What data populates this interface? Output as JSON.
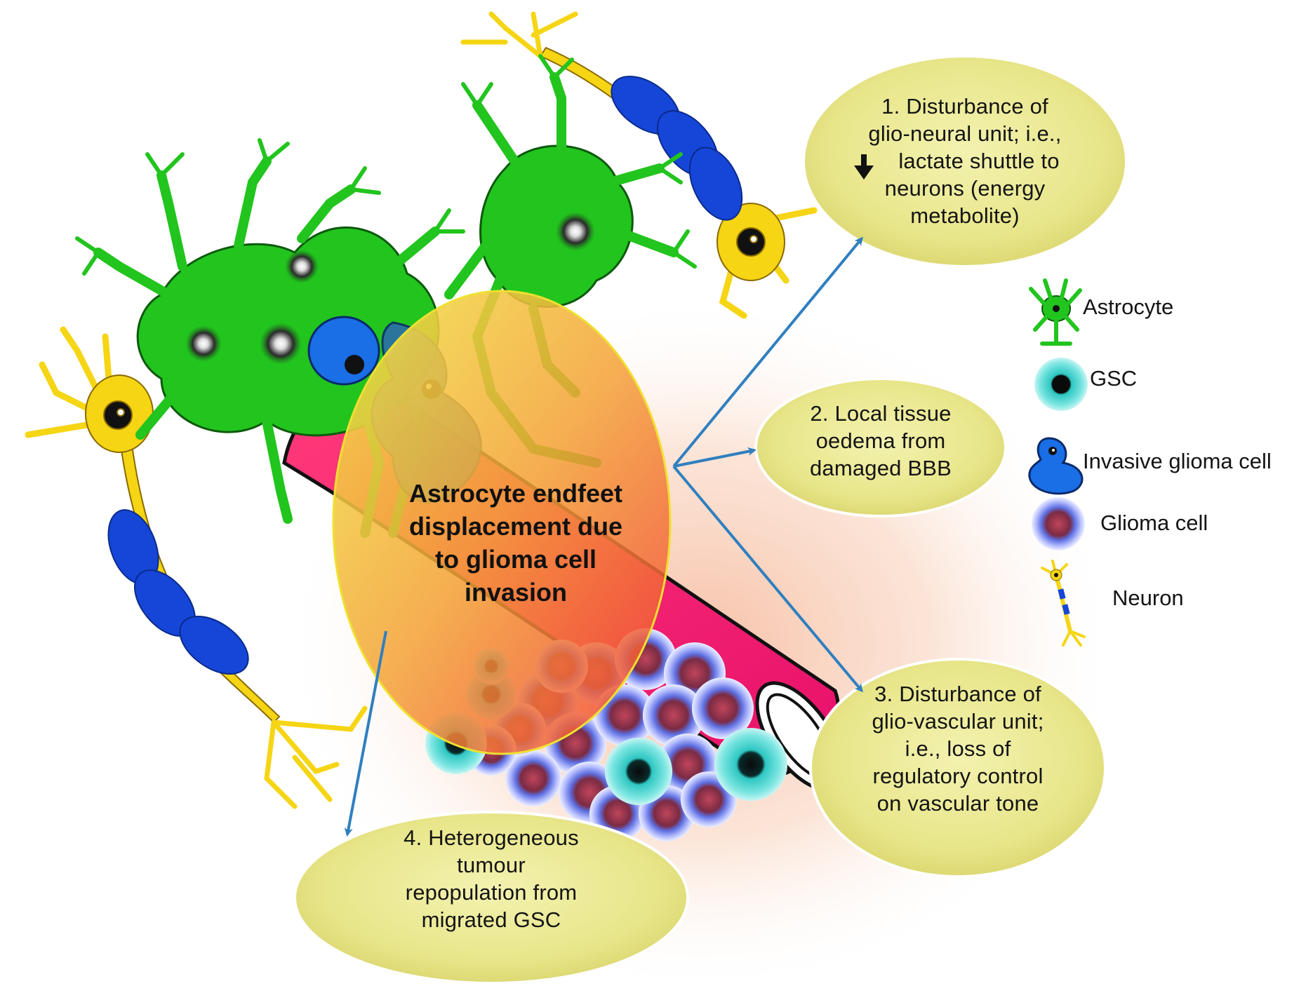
{
  "center": {
    "lines": [
      "Astrocyte endfeet",
      "displacement due",
      "to glioma cell",
      "invasion"
    ]
  },
  "consequences": [
    {
      "id": "c1",
      "lines": [
        "1. Disturbance of",
        "glio-neural unit; i.e.,",
        "lactate shuttle to",
        "neurons (energy",
        "metabolite)"
      ],
      "arrow_glyph": "down-arrow"
    },
    {
      "id": "c2",
      "lines": [
        "2. Local tissue",
        "oedema from",
        "damaged BBB"
      ]
    },
    {
      "id": "c3",
      "lines": [
        "3. Disturbance of",
        "glio-vascular unit;",
        "i.e., loss of",
        "regulatory control",
        "on vascular tone"
      ]
    },
    {
      "id": "c4",
      "lines": [
        "4. Heterogeneous",
        "tumour",
        "repopulation from",
        "migrated GSC"
      ]
    }
  ],
  "legend": [
    {
      "label": "Astrocyte",
      "icon": "astrocyte-icon"
    },
    {
      "label": "GSC",
      "icon": "gsc-icon"
    },
    {
      "label": "Invasive glioma cell",
      "icon": "invasive-glioma-cell-icon"
    },
    {
      "label": "Glioma cell",
      "icon": "glioma-cell-icon"
    },
    {
      "label": "Neuron",
      "icon": "neuron-icon"
    }
  ],
  "colors": {
    "astrocyte": "#22c41e",
    "astrocyte_outline": "#0c5a0c",
    "neuron": "#f5d514",
    "myelin": "#1546d8",
    "vessel": "#f0237a",
    "gsc": "#3fd3cf",
    "glioma_core": "#a13a4a",
    "glioma_ring": "#7f88f0",
    "ellipse_fill": "#eceb93",
    "ellipse_edge": "#c9c34e",
    "arrow": "#2f7fbf",
    "tissue_glow": "#f8c8a8"
  }
}
